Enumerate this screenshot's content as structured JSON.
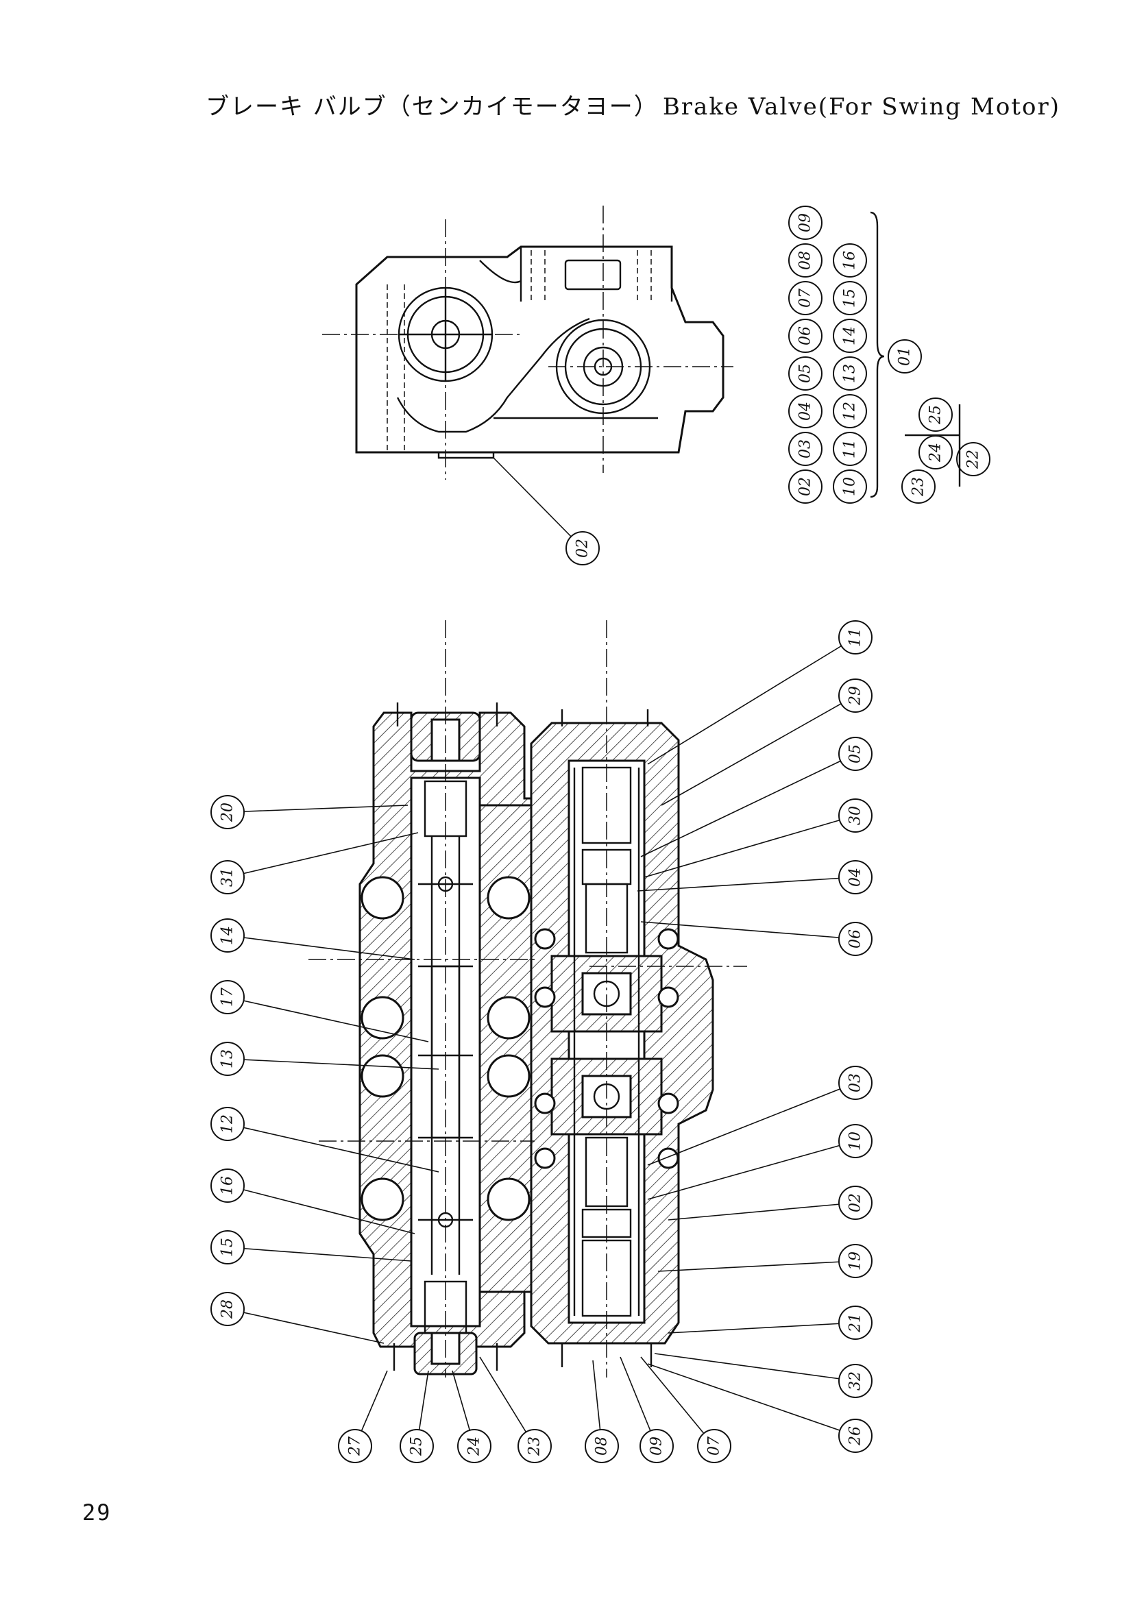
{
  "title": {
    "japanese": "ブレーキ バルブ（センカイモータヨー）",
    "english": "Brake Valve(For Swing Motor)"
  },
  "page_number": "29",
  "assembly_index": {
    "group_01": {
      "label": "01",
      "members": [
        "02",
        "03",
        "04",
        "05",
        "06",
        "07",
        "08",
        "09",
        "10",
        "11",
        "12",
        "13",
        "14",
        "15",
        "16"
      ]
    },
    "group_22": {
      "label": "22",
      "members": [
        "23",
        "24",
        "25"
      ]
    }
  },
  "top_view_callouts": [
    "02"
  ],
  "section_view_callouts": {
    "left": [
      "20",
      "31",
      "14",
      "17",
      "13",
      "12",
      "16",
      "15",
      "28"
    ],
    "right": [
      "11",
      "29",
      "05",
      "30",
      "04",
      "06",
      "03",
      "10",
      "02",
      "19",
      "21",
      "32",
      "26"
    ],
    "bottom": [
      "27",
      "25",
      "24",
      "23",
      "08",
      "09",
      "07"
    ]
  }
}
